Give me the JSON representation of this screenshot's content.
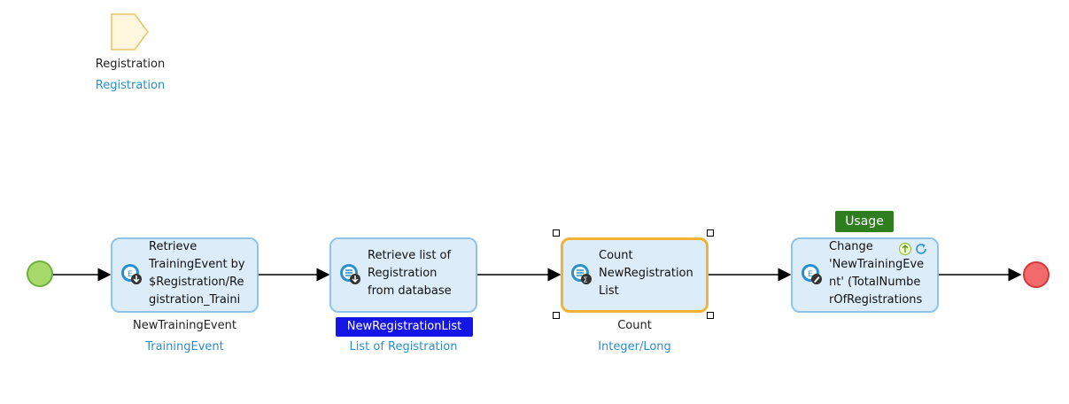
{
  "parameter": {
    "name": "Registration",
    "type": "Registration"
  },
  "activities": [
    {
      "text": "Retrieve\nTrainingEvent by\n$Registration/Re\ngistration_Traini",
      "output_name": "NewTrainingEvent",
      "output_type": "TrainingEvent"
    },
    {
      "text": "Retrieve list of\nRegistration\nfrom database",
      "output_name": "NewRegistrationList",
      "output_type": "List of Registration"
    },
    {
      "text": "Count\nNewRegistration\nList",
      "output_name": "Count",
      "output_type": "Integer/Long"
    },
    {
      "text": "Change\n'NewTrainingEve\nnt' (TotalNumbe\nrOfRegistrations",
      "badge": "Usage"
    }
  ],
  "colors": {
    "start": "#a6d96a",
    "end": "#f26a6a",
    "activity_fill": "#dcedf9",
    "activity_border": "#8fc4e8",
    "selected_border": "#f2b233",
    "highlight_badge": "#1515e6",
    "usage_badge": "#2e7d1f"
  }
}
